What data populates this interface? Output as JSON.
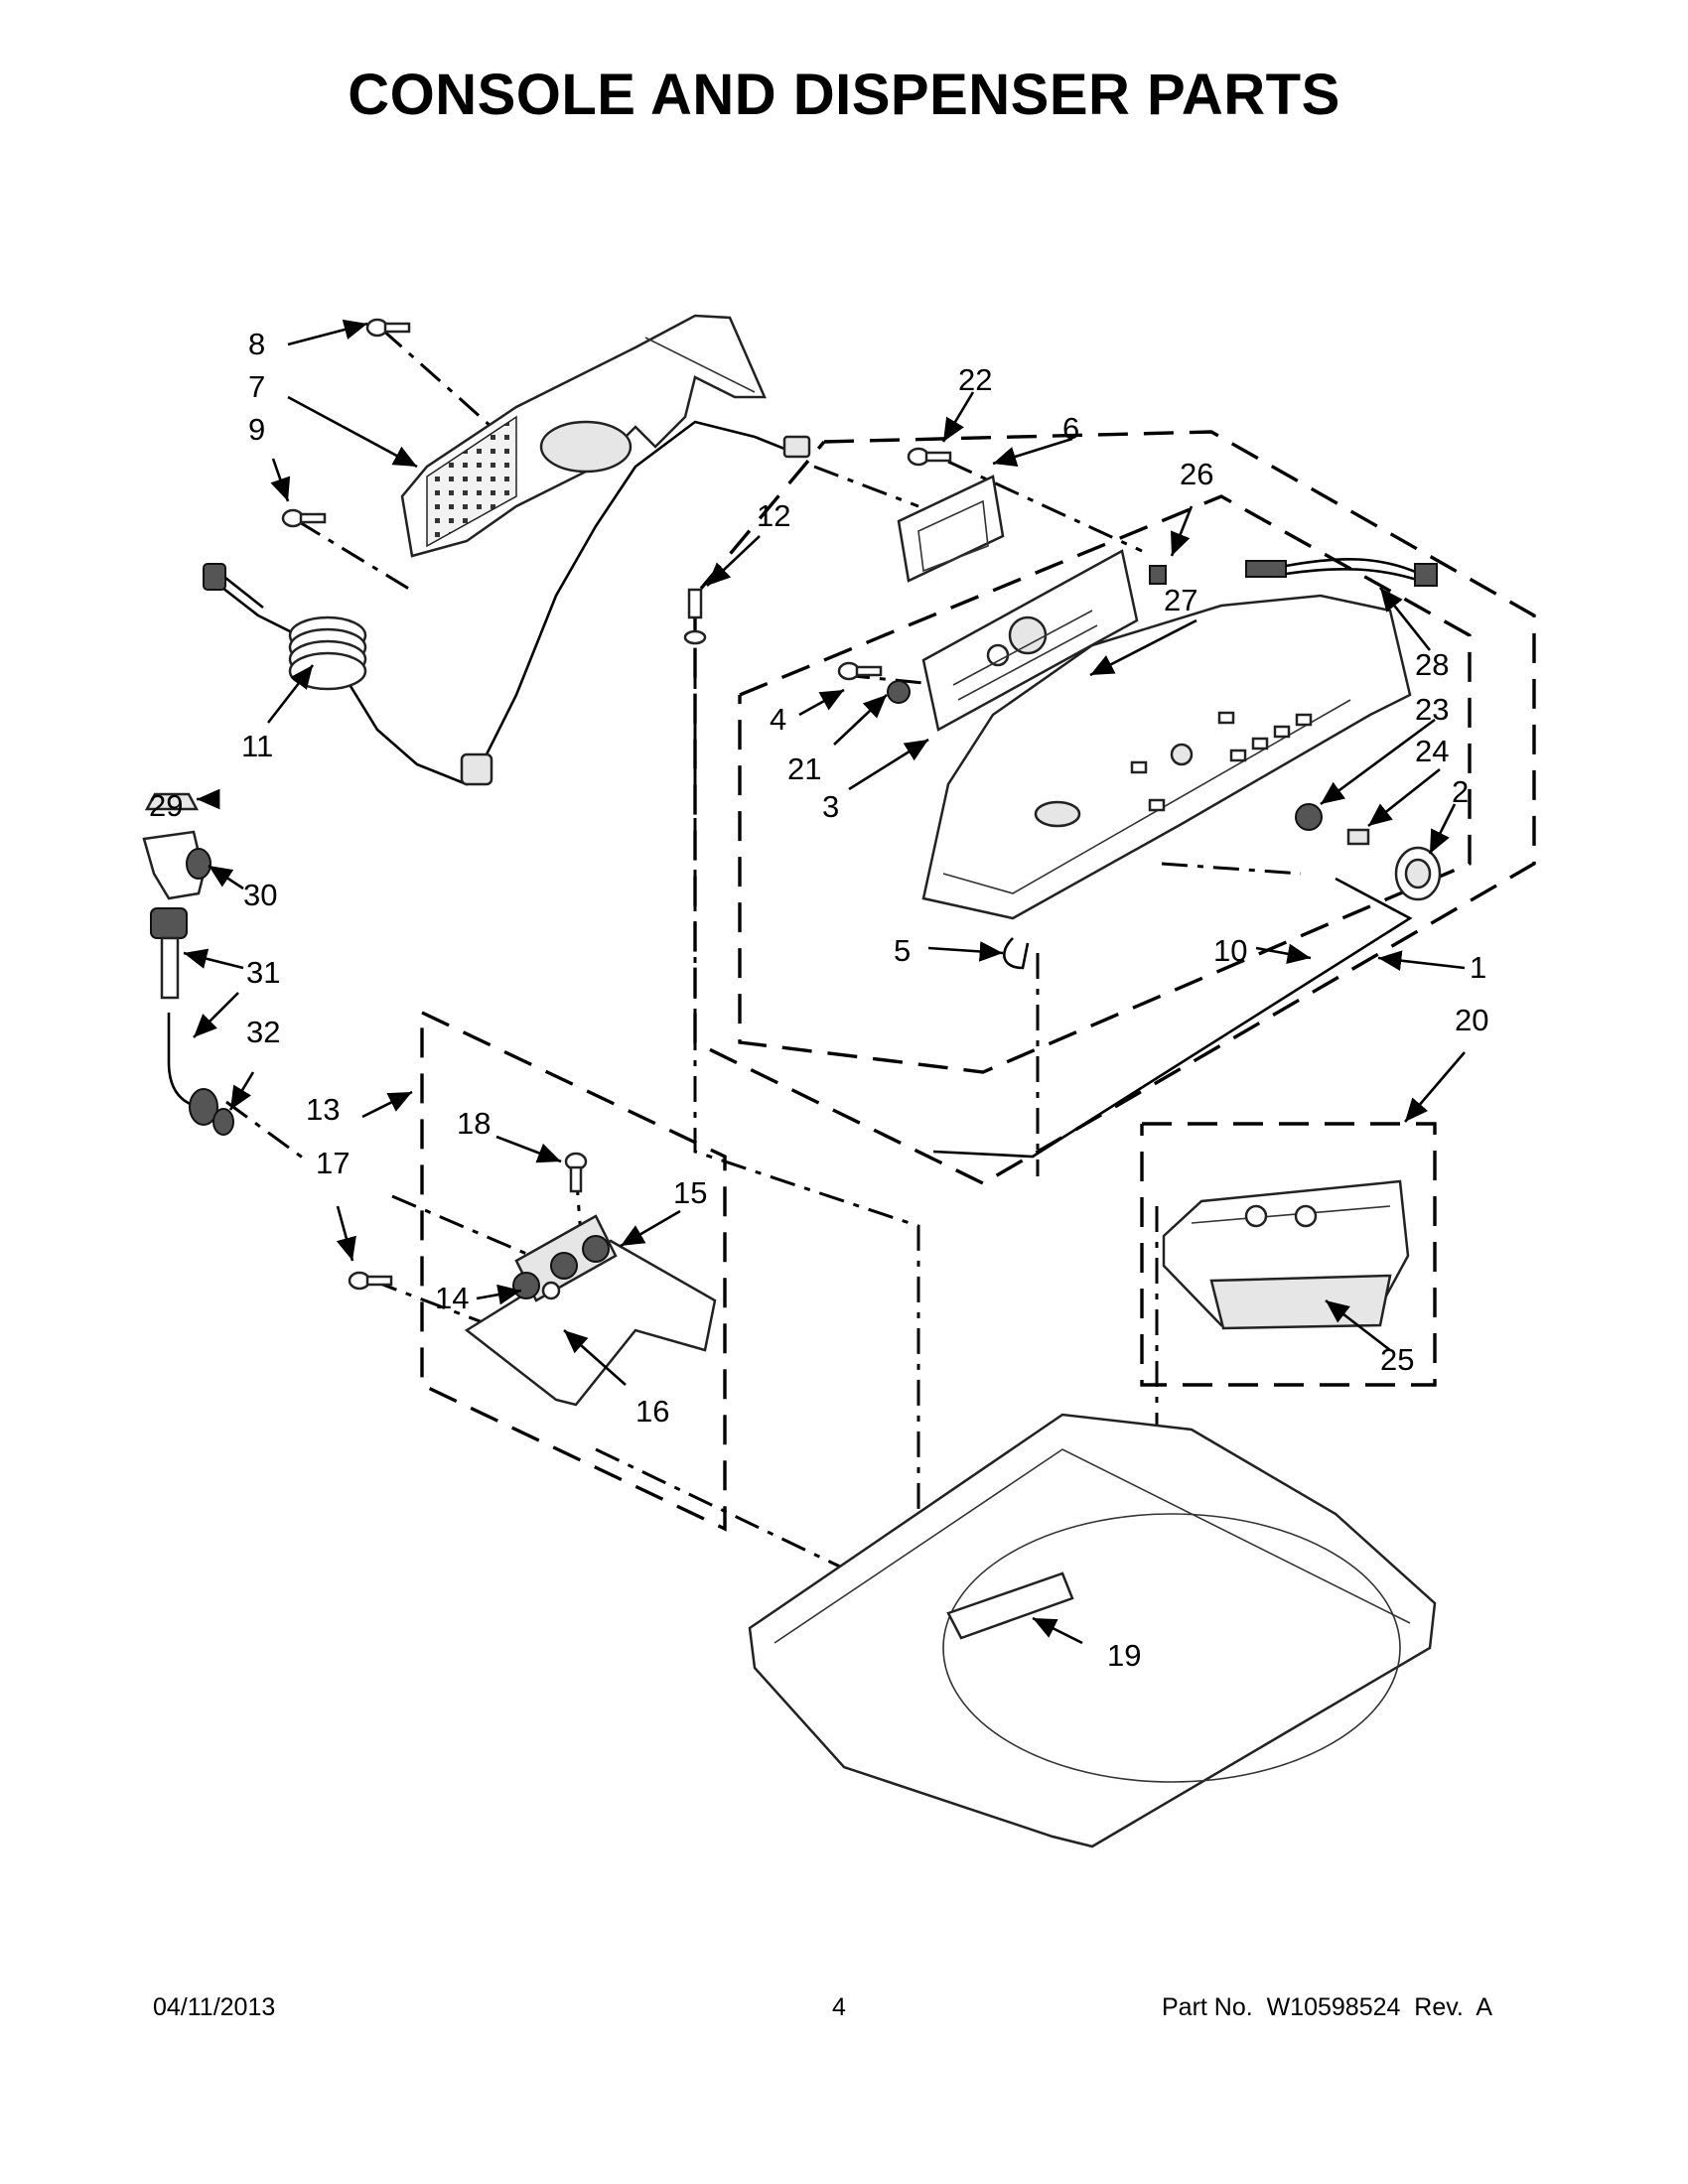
{
  "title": "CONSOLE AND DISPENSER PARTS",
  "footer": {
    "date": "04/11/2013",
    "page": "4",
    "part_number": "Part No.  W10598524  Rev.  A"
  },
  "callouts": {
    "c1": "1",
    "c2": "2",
    "c3": "3",
    "c4": "4",
    "c5": "5",
    "c6": "6",
    "c7": "7",
    "c8": "8",
    "c9": "9",
    "c10": "10",
    "c11": "11",
    "c12": "12",
    "c13": "13",
    "c14": "14",
    "c15": "15",
    "c16": "16",
    "c17": "17",
    "c18": "18",
    "c19": "19",
    "c20": "20",
    "c21": "21",
    "c22": "22",
    "c23": "23",
    "c24": "24",
    "c25": "25",
    "c26": "26",
    "c27": "27",
    "c28": "28",
    "c29": "29",
    "c30": "30",
    "c31": "31",
    "c32": "32"
  }
}
